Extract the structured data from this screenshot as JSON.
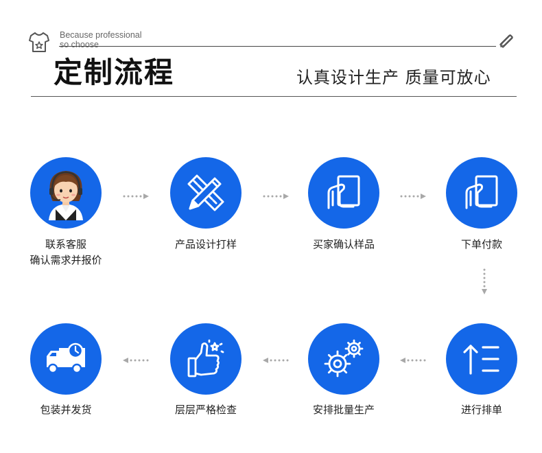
{
  "header": {
    "subtitle_line1": "Because professional",
    "subtitle_line2": "so choose",
    "title": "定制流程",
    "slogan": "认真设计生产 质量可放心"
  },
  "steps": [
    {
      "line1": "联系客服",
      "line2": "确认需求并报价",
      "icon": "customer-service-icon"
    },
    {
      "line1": "产品设计打样",
      "icon": "design-pencil-ruler-icon"
    },
    {
      "line1": "买家确认样品",
      "icon": "hand-card-icon"
    },
    {
      "line1": "下单付款",
      "icon": "hand-card-icon"
    },
    {
      "line1": "进行排单",
      "icon": "sort-list-icon"
    },
    {
      "line1": "安排批量生产",
      "icon": "gears-icon"
    },
    {
      "line1": "层层严格检查",
      "icon": "thumbs-up-icon"
    },
    {
      "line1": "包装并发货",
      "icon": "delivery-truck-icon"
    }
  ],
  "colors": {
    "accent": "#1467e8",
    "arrow": "#a8a8a8"
  }
}
